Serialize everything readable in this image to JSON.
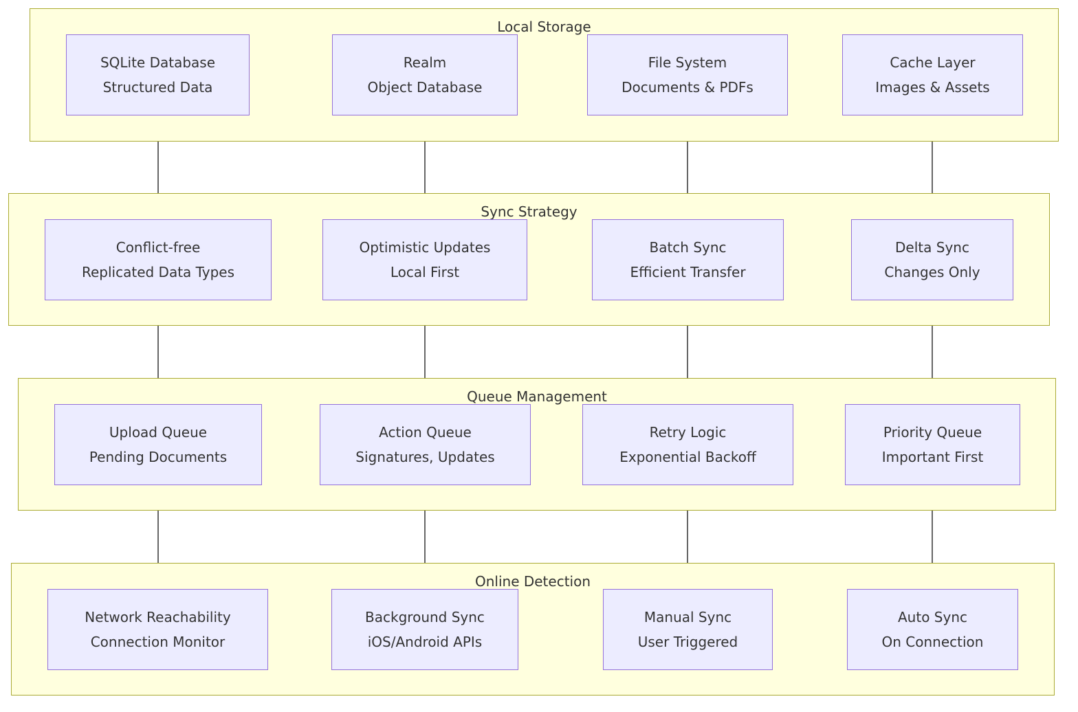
{
  "groups": [
    {
      "title": "Local Storage",
      "nodes": [
        {
          "line1": "SQLite Database",
          "line2": "Structured Data"
        },
        {
          "line1": "Realm",
          "line2": "Object Database"
        },
        {
          "line1": "File System",
          "line2": "Documents & PDFs"
        },
        {
          "line1": "Cache Layer",
          "line2": "Images & Assets"
        }
      ]
    },
    {
      "title": "Sync Strategy",
      "nodes": [
        {
          "line1": "Conflict-free",
          "line2": "Replicated Data Types"
        },
        {
          "line1": "Optimistic Updates",
          "line2": "Local First"
        },
        {
          "line1": "Batch Sync",
          "line2": "Efficient Transfer"
        },
        {
          "line1": "Delta Sync",
          "line2": "Changes Only"
        }
      ]
    },
    {
      "title": "Queue Management",
      "nodes": [
        {
          "line1": "Upload Queue",
          "line2": "Pending Documents"
        },
        {
          "line1": "Action Queue",
          "line2": "Signatures, Updates"
        },
        {
          "line1": "Retry Logic",
          "line2": "Exponential Backoff"
        },
        {
          "line1": "Priority Queue",
          "line2": "Important First"
        }
      ]
    },
    {
      "title": "Online Detection",
      "nodes": [
        {
          "line1": "Network Reachability",
          "line2": "Connection Monitor"
        },
        {
          "line1": "Background Sync",
          "line2": "iOS/Android APIs"
        },
        {
          "line1": "Manual Sync",
          "line2": "User Triggered"
        },
        {
          "line1": "Auto Sync",
          "line2": "On Connection"
        }
      ]
    }
  ],
  "colors": {
    "group_fill": "#ffffde",
    "group_border": "#aaaa33",
    "node_fill": "#ececff",
    "node_border": "#9370db",
    "edge": "#333333",
    "text": "#333333"
  }
}
